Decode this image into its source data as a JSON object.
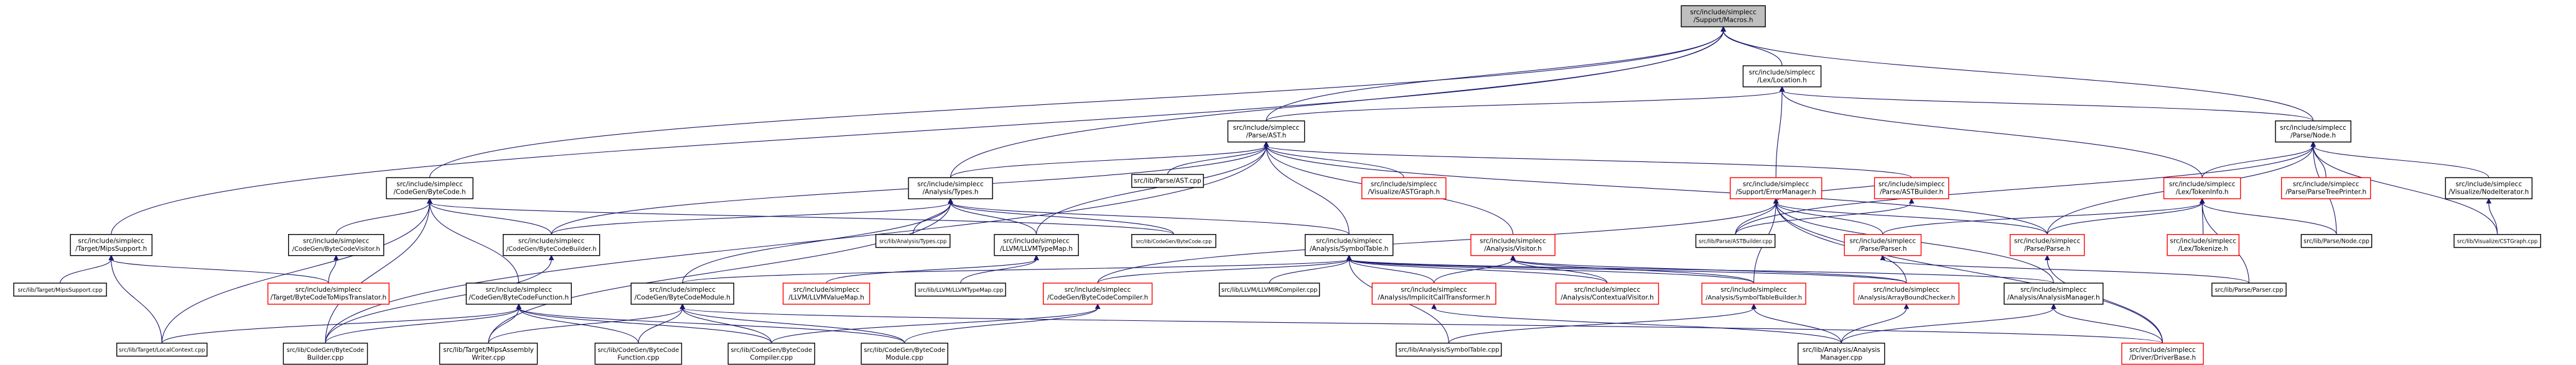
{
  "diagram": {
    "style": {
      "edge_color": "#191970",
      "box_border_normal": "#000000",
      "box_border_red": "#ff0000",
      "box_fill_root": "#bfbfbf",
      "box_fill": "#ffffff"
    },
    "nodes": [
      {
        "id": "macros",
        "lines": [
          "src/include/simplecc",
          "/Support/Macros.h"
        ],
        "style": "root"
      },
      {
        "id": "location",
        "lines": [
          "src/include/simplecc",
          "/Lex/Location.h"
        ],
        "style": "normal"
      },
      {
        "id": "ast",
        "lines": [
          "src/include/simplecc",
          "/Parse/AST.h"
        ],
        "style": "normal"
      },
      {
        "id": "node",
        "lines": [
          "src/include/simplecc",
          "/Parse/Node.h"
        ],
        "style": "normal"
      },
      {
        "id": "bytecode",
        "lines": [
          "src/include/simplecc",
          "/CodeGen/ByteCode.h"
        ],
        "style": "normal"
      },
      {
        "id": "types",
        "lines": [
          "src/include/simplecc",
          "/Analysis/Types.h"
        ],
        "style": "normal"
      },
      {
        "id": "astcpp",
        "lines": [
          "src/lib/Parse/AST.cpp"
        ],
        "style": "normal"
      },
      {
        "id": "astgraph",
        "lines": [
          "src/include/simplecc",
          "/Visualize/ASTGraph.h"
        ],
        "style": "red"
      },
      {
        "id": "errman",
        "lines": [
          "src/include/simplecc",
          "/Support/ErrorManager.h"
        ],
        "style": "red"
      },
      {
        "id": "astbuilder",
        "lines": [
          "src/include/simplecc",
          "/Parse/ASTBuilder.h"
        ],
        "style": "red"
      },
      {
        "id": "tokeninfo",
        "lines": [
          "src/include/simplecc",
          "/Lex/TokenInfo.h"
        ],
        "style": "red"
      },
      {
        "id": "parsetreeprinter",
        "lines": [
          "src/include/simplecc",
          "/Parse/ParseTreePrinter.h"
        ],
        "style": "red"
      },
      {
        "id": "nodeiter",
        "lines": [
          "src/include/simplecc",
          "/Visualize/NodeIterator.h"
        ],
        "style": "normal"
      },
      {
        "id": "mipssupport",
        "lines": [
          "src/include/simplecc",
          "/Target/MipsSupport.h"
        ],
        "style": "normal"
      },
      {
        "id": "bcvisitor",
        "lines": [
          "src/include/simplecc",
          "/CodeGen/ByteCodeVisitor.h"
        ],
        "style": "normal"
      },
      {
        "id": "bcbuilder",
        "lines": [
          "src/include/simplecc",
          "/CodeGen/ByteCodeBuilder.h"
        ],
        "style": "normal"
      },
      {
        "id": "typescpp",
        "lines": [
          "src/lib/Analysis/Types.cpp"
        ],
        "style": "normal"
      },
      {
        "id": "llvmtypemap",
        "lines": [
          "src/include/simplecc",
          "/LLVM/LLVMTypeMap.h"
        ],
        "style": "normal"
      },
      {
        "id": "bytecodecpp",
        "lines": [
          "src/lib/CodeGen/ByteCode.cpp"
        ],
        "style": "normal"
      },
      {
        "id": "symtable",
        "lines": [
          "src/include/simplecc",
          "/Analysis/SymbolTable.h"
        ],
        "style": "normal"
      },
      {
        "id": "visitor",
        "lines": [
          "src/include/simplecc",
          "/Analysis/Visitor.h"
        ],
        "style": "red"
      },
      {
        "id": "astbuildercpp",
        "lines": [
          "src/lib/Parse/ASTBuilder.cpp"
        ],
        "style": "normal"
      },
      {
        "id": "parserh",
        "lines": [
          "src/include/simplecc",
          "/Parse/Parser.h"
        ],
        "style": "red"
      },
      {
        "id": "parseh",
        "lines": [
          "src/include/simplecc",
          "/Parse/Parse.h"
        ],
        "style": "red"
      },
      {
        "id": "tokenizeh",
        "lines": [
          "src/include/simplecc",
          "/Lex/Tokenize.h"
        ],
        "style": "red"
      },
      {
        "id": "nodecpp",
        "lines": [
          "src/lib/Parse/Node.cpp"
        ],
        "style": "normal"
      },
      {
        "id": "cstgraph",
        "lines": [
          "src/lib/Visualize/CSTGraph.cpp"
        ],
        "style": "normal"
      },
      {
        "id": "mipssupportcpp",
        "lines": [
          "src/lib/Target/MipsSupport.cpp"
        ],
        "style": "normal"
      },
      {
        "id": "bctomips",
        "lines": [
          "src/include/simplecc",
          "/Target/ByteCodeToMipsTranslator.h"
        ],
        "style": "red"
      },
      {
        "id": "bcfunction",
        "lines": [
          "src/include/simplecc",
          "/CodeGen/ByteCodeFunction.h"
        ],
        "style": "normal"
      },
      {
        "id": "bcmodule",
        "lines": [
          "src/include/simplecc",
          "/CodeGen/ByteCodeModule.h"
        ],
        "style": "normal"
      },
      {
        "id": "llvmvaluemap",
        "lines": [
          "src/include/simplecc",
          "/LLVM/LLVMValueMap.h"
        ],
        "style": "red"
      },
      {
        "id": "llvmtypemapcpp",
        "lines": [
          "src/lib/LLVM/LLVMTypeMap.cpp"
        ],
        "style": "normal"
      },
      {
        "id": "bccompiler",
        "lines": [
          "src/include/simplecc",
          "/CodeGen/ByteCodeCompiler.h"
        ],
        "style": "red"
      },
      {
        "id": "llvmircompiler",
        "lines": [
          "src/lib/LLVM/LLVMIRCompiler.cpp"
        ],
        "style": "normal"
      },
      {
        "id": "implicitcall",
        "lines": [
          "src/include/simplecc",
          "/Analysis/ImplicitCallTransformer.h"
        ],
        "style": "red"
      },
      {
        "id": "contextual",
        "lines": [
          "src/include/simplecc",
          "/Analysis/ContextualVisitor.h"
        ],
        "style": "red"
      },
      {
        "id": "symtablebuilder",
        "lines": [
          "src/include/simplecc",
          "/Analysis/SymbolTableBuilder.h"
        ],
        "style": "red"
      },
      {
        "id": "arraybound",
        "lines": [
          "src/include/simplecc",
          "/Analysis/ArrayBoundChecker.h"
        ],
        "style": "red"
      },
      {
        "id": "analysisman",
        "lines": [
          "src/include/simplecc",
          "/Analysis/AnalysisManager.h"
        ],
        "style": "normal"
      },
      {
        "id": "parsercpp",
        "lines": [
          "src/lib/Parse/Parser.cpp"
        ],
        "style": "normal"
      },
      {
        "id": "localcontext",
        "lines": [
          "src/lib/Target/LocalContext.cpp"
        ],
        "style": "normal"
      },
      {
        "id": "bcbuildercpp",
        "lines": [
          "src/lib/CodeGen/ByteCode",
          "Builder.cpp"
        ],
        "style": "normal"
      },
      {
        "id": "mipsassembly",
        "lines": [
          "src/lib/Target/MipsAssembly",
          "Writer.cpp"
        ],
        "style": "normal"
      },
      {
        "id": "bcfunctioncpp",
        "lines": [
          "src/lib/CodeGen/ByteCode",
          "Function.cpp"
        ],
        "style": "normal"
      },
      {
        "id": "bccompilercpp",
        "lines": [
          "src/lib/CodeGen/ByteCode",
          "Compiler.cpp"
        ],
        "style": "normal"
      },
      {
        "id": "bcmodulecpp",
        "lines": [
          "src/lib/CodeGen/ByteCode",
          "Module.cpp"
        ],
        "style": "normal"
      },
      {
        "id": "symtablecpp",
        "lines": [
          "src/lib/Analysis/SymbolTable.cpp"
        ],
        "style": "normal"
      },
      {
        "id": "analysismancpp",
        "lines": [
          "src/lib/Analysis/Analysis",
          "Manager.cpp"
        ],
        "style": "normal"
      },
      {
        "id": "driverbase",
        "lines": [
          "src/include/simplecc",
          "/Driver/DriverBase.h"
        ],
        "style": "red"
      }
    ],
    "edges": [
      [
        "location",
        "macros"
      ],
      [
        "ast",
        "macros"
      ],
      [
        "node",
        "macros"
      ],
      [
        "bytecode",
        "macros"
      ],
      [
        "types",
        "macros"
      ],
      [
        "mipssupport",
        "macros"
      ],
      [
        "ast",
        "location"
      ],
      [
        "node",
        "location"
      ],
      [
        "errman",
        "location"
      ],
      [
        "tokeninfo",
        "location"
      ],
      [
        "astcpp",
        "ast"
      ],
      [
        "astgraph",
        "ast"
      ],
      [
        "astbuilder",
        "ast"
      ],
      [
        "types",
        "ast"
      ],
      [
        "symtable",
        "ast"
      ],
      [
        "visitor",
        "ast"
      ],
      [
        "bcbuilder",
        "ast"
      ],
      [
        "bcbuildercpp",
        "ast"
      ],
      [
        "llvmtypemap",
        "ast"
      ],
      [
        "parseh",
        "ast"
      ],
      [
        "tokeninfo",
        "node"
      ],
      [
        "parsetreeprinter",
        "node"
      ],
      [
        "nodeiter",
        "node"
      ],
      [
        "nodecpp",
        "node"
      ],
      [
        "parseh",
        "node"
      ],
      [
        "astbuildercpp",
        "node"
      ],
      [
        "cstgraph",
        "node"
      ],
      [
        "bcvisitor",
        "bytecode"
      ],
      [
        "bcbuilder",
        "bytecode"
      ],
      [
        "bcfunction",
        "bytecode"
      ],
      [
        "bytecodecpp",
        "bytecode"
      ],
      [
        "localcontext",
        "bytecode"
      ],
      [
        "bcbuildercpp",
        "bytecode"
      ],
      [
        "typescpp",
        "types"
      ],
      [
        "llvmtypemap",
        "types"
      ],
      [
        "symtable",
        "types"
      ],
      [
        "bytecodecpp",
        "types"
      ],
      [
        "bcmodule",
        "types"
      ],
      [
        "mipsassembly",
        "types"
      ],
      [
        "bcbuilder",
        "types"
      ],
      [
        "astbuilder",
        "errman"
      ],
      [
        "parserh",
        "errman"
      ],
      [
        "parseh",
        "errman"
      ],
      [
        "astbuildercpp",
        "errman"
      ],
      [
        "symtablebuilder",
        "errman"
      ],
      [
        "arraybound",
        "errman"
      ],
      [
        "driverbase",
        "errman"
      ],
      [
        "bccompiler",
        "errman"
      ],
      [
        "analysisman",
        "errman"
      ],
      [
        "astbuildercpp",
        "astbuilder"
      ],
      [
        "parserh",
        "tokeninfo"
      ],
      [
        "parseh",
        "tokeninfo"
      ],
      [
        "tokenizeh",
        "tokeninfo"
      ],
      [
        "nodecpp",
        "tokeninfo"
      ],
      [
        "parsercpp",
        "tokeninfo"
      ],
      [
        "cstgraph",
        "nodeiter"
      ],
      [
        "mipssupportcpp",
        "mipssupport"
      ],
      [
        "bctomips",
        "mipssupport"
      ],
      [
        "localcontext",
        "mipssupport"
      ],
      [
        "bctomips",
        "bcvisitor"
      ],
      [
        "bcbuildercpp",
        "bcbuilder"
      ],
      [
        "llvmvaluemap",
        "llvmtypemap"
      ],
      [
        "llvmtypemapcpp",
        "llvmtypemap"
      ],
      [
        "bcmodule",
        "symtable"
      ],
      [
        "bccompiler",
        "symtable"
      ],
      [
        "llvmircompiler",
        "symtable"
      ],
      [
        "implicitcall",
        "symtable"
      ],
      [
        "contextual",
        "symtable"
      ],
      [
        "symtablebuilder",
        "symtable"
      ],
      [
        "arraybound",
        "symtable"
      ],
      [
        "analysisman",
        "symtable"
      ],
      [
        "symtablecpp",
        "symtable"
      ],
      [
        "implicitcall",
        "visitor"
      ],
      [
        "contextual",
        "visitor"
      ],
      [
        "symtablebuilder",
        "visitor"
      ],
      [
        "arraybound",
        "visitor"
      ],
      [
        "parsercpp",
        "parserh"
      ],
      [
        "driverbase",
        "parseh"
      ],
      [
        "localcontext",
        "bcfunction"
      ],
      [
        "bcbuildercpp",
        "bcfunction"
      ],
      [
        "mipsassembly",
        "bcfunction"
      ],
      [
        "bcfunctioncpp",
        "bcfunction"
      ],
      [
        "bccompilercpp",
        "bcfunction"
      ],
      [
        "bcmodulecpp",
        "bcfunction"
      ],
      [
        "mipsassembly",
        "bcmodule"
      ],
      [
        "bcfunctioncpp",
        "bcmodule"
      ],
      [
        "bccompilercpp",
        "bcmodule"
      ],
      [
        "bcmodulecpp",
        "bcmodule"
      ],
      [
        "driverbase",
        "bcmodule"
      ],
      [
        "bccompilercpp",
        "bccompiler"
      ],
      [
        "bcmodulecpp",
        "bccompiler"
      ],
      [
        "analysismancpp",
        "symtablebuilder"
      ],
      [
        "analysismancpp",
        "arraybound"
      ],
      [
        "analysismancpp",
        "implicitcall"
      ],
      [
        "analysismancpp",
        "analysisman"
      ],
      [
        "symtablecpp",
        "symtablebuilder"
      ],
      [
        "driverbase",
        "analysisman"
      ]
    ]
  }
}
